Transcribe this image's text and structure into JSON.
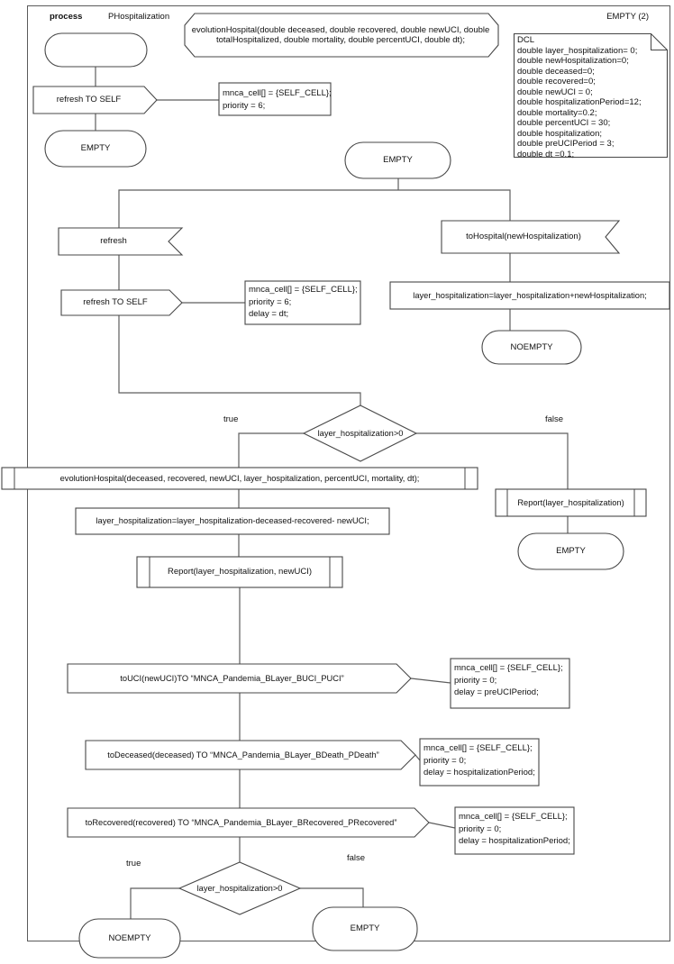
{
  "colors": {
    "stroke": "#474747",
    "connector": "#5e5e5e",
    "background": "#ffffff",
    "text": "#111111"
  },
  "header": {
    "process_label": "process",
    "process_name": "PHospitalization",
    "state_note": "EMPTY (2)"
  },
  "declaration": {
    "signature": "evolutionHospital(double deceased, double recovered, double newUCI, double totalHospitalized, double mortality, double percentUCI, double dt);"
  },
  "dcl": {
    "lines": [
      "DCL",
      "double layer_hospitalization= 0;",
      "double newHospitalization=0;",
      "double deceased=0;",
      "double recovered=0;",
      "double newUCI = 0;",
      "double hospitalizationPeriod=12;",
      "double mortality=0.2;",
      "double percentUCI = 30;",
      "double hospitalization;",
      "double preUCIPeriod = 3;",
      "double dt =0.1;"
    ]
  },
  "start_branch": {
    "output_signal": "refresh TO SELF",
    "comment": [
      "mnca_cell[] = {SELF_CELL};",
      "priority = 6;"
    ],
    "next_state": "EMPTY"
  },
  "main_state": {
    "label": "EMPTY"
  },
  "refresh_branch": {
    "input_signal": "refresh",
    "output_signal": "refresh TO SELF",
    "comment": [
      "mnca_cell[] = {SELF_CELL};",
      "priority = 6;",
      "delay = dt;"
    ]
  },
  "hospital_branch": {
    "input_signal": "toHospital(newHospitalization)",
    "assignment": "layer_hospitalization=layer_hospitalization+newHospitalization;",
    "next_state": "NOEMPTY"
  },
  "decision_top": {
    "condition": "layer_hospitalization>0",
    "true_label": "true",
    "false_label": "false"
  },
  "true_branch": {
    "procedure_call": "evolutionHospital(deceased, recovered, newUCI, layer_hospitalization, percentUCI, mortality, dt);",
    "assignment": "layer_hospitalization=layer_hospitalization-deceased-recovered- newUCI;",
    "report_call": "Report(layer_hospitalization, newUCI)"
  },
  "false_branch": {
    "report_call": "Report(layer_hospitalization)",
    "next_state": "EMPTY"
  },
  "to_uci": {
    "signal": "toUCI(newUCI)TO “MNCA_Pandemia_BLayer_BUCI_PUCI”",
    "comment": [
      "mnca_cell[] = {SELF_CELL};",
      "priority = 0;",
      "delay = preUCIPeriod;"
    ]
  },
  "to_deceased": {
    "signal": "toDeceased(deceased) TO “MNCA_Pandemia_BLayer_BDeath_PDeath”",
    "comment": [
      "mnca_cell[] = {SELF_CELL};",
      "priority = 0;",
      "delay = hospitalizationPeriod;"
    ]
  },
  "to_recovered": {
    "signal": "toRecovered(recovered) TO “MNCA_Pandemia_BLayer_BRecovered_PRecovered”",
    "comment": [
      "mnca_cell[] = {SELF_CELL};",
      "priority = 0;",
      "delay = hospitalizationPeriod;"
    ]
  },
  "decision_bottom": {
    "condition": "layer_hospitalization>0",
    "true_label": "true",
    "false_label": "false",
    "true_state": "NOEMPTY",
    "false_state": "EMPTY"
  }
}
